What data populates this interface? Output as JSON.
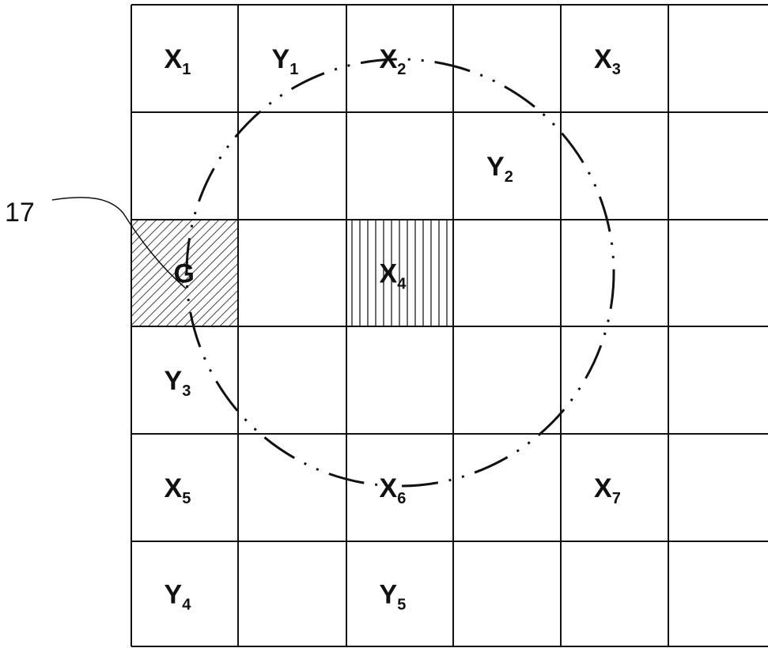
{
  "reference_numeral": "17",
  "grid": {
    "rows": 6,
    "cols": 6
  },
  "cells": [
    {
      "id": "x1",
      "row": 0,
      "col": 0,
      "letter": "X",
      "sub": "1"
    },
    {
      "id": "y1",
      "row": 0,
      "col": 1,
      "letter": "Y",
      "sub": "1"
    },
    {
      "id": "x2",
      "row": 0,
      "col": 2,
      "letter": "X",
      "sub": "2"
    },
    {
      "id": "x3",
      "row": 0,
      "col": 4,
      "letter": "X",
      "sub": "3"
    },
    {
      "id": "y2",
      "row": 1,
      "col": 3,
      "letter": "Y",
      "sub": "2"
    },
    {
      "id": "g",
      "row": 2,
      "col": 0,
      "letter": "G",
      "sub": "",
      "fill": "diagonal-hatch"
    },
    {
      "id": "x4",
      "row": 2,
      "col": 2,
      "letter": "X",
      "sub": "4",
      "fill": "vertical-hatch"
    },
    {
      "id": "y3",
      "row": 3,
      "col": 0,
      "letter": "Y",
      "sub": "3"
    },
    {
      "id": "x5",
      "row": 4,
      "col": 0,
      "letter": "X",
      "sub": "5"
    },
    {
      "id": "x6",
      "row": 4,
      "col": 2,
      "letter": "X",
      "sub": "6"
    },
    {
      "id": "x7",
      "row": 4,
      "col": 4,
      "letter": "X",
      "sub": "7"
    },
    {
      "id": "y4",
      "row": 5,
      "col": 0,
      "letter": "Y",
      "sub": "4"
    },
    {
      "id": "y5",
      "row": 5,
      "col": 2,
      "letter": "Y",
      "sub": "5"
    }
  ],
  "colors": {
    "line": "#111111",
    "hatch": "#444444",
    "background": "#ffffff"
  }
}
